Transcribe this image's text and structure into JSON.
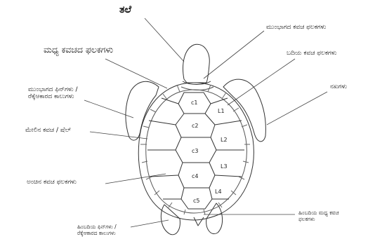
{
  "labels": {
    "head": "ತಲೆ",
    "central_scutes": "ಮಧ್ಯ ಕವಚದ ಫಲಕಗಳು",
    "front_scutes": "ಮುಂಭಾಗದ ಕವಚ ಫಲಕಗಳು",
    "lateral_scutes": "ಬದಿಯ ಕವಚ ಫಲಕಗಳು",
    "claws": "ನಖಗಳು",
    "front_flippers_line1": "ಮುಂಭಾಗದ ಫಿನ್‌ಗಳು /",
    "front_flippers_line2": "ರೆಕ್ಕೆಆಕಾರದ ಕಾಲುಗಳು",
    "carapace": "ಮೇಲಿನ ಕವಚ / ಷೆಲ್",
    "marginal_scutes": "ಅಂಚಿನ ಕವಚ ಫಲಕಗಳು",
    "rear_central_line1": "ಹಿಂಬದಿಯ ಮಧ್ಯ ಕವಚ",
    "rear_central_line2": "ಫಲಕಗಳು",
    "rear_flippers_line1": "ಹಿಂಬದಿಯ ಫಿನ್‌ಗಳು /",
    "rear_flippers_line2": "ರೆಕ್ಕೆಆಕಾರದ ಕಾಲುಗಳು"
  },
  "scutes": {
    "c1": "c1",
    "c2": "c2",
    "c3": "c3",
    "c4": "c4",
    "c5": "c5",
    "l1": "L1",
    "l2": "L2",
    "l3": "L3",
    "l4": "L4"
  }
}
